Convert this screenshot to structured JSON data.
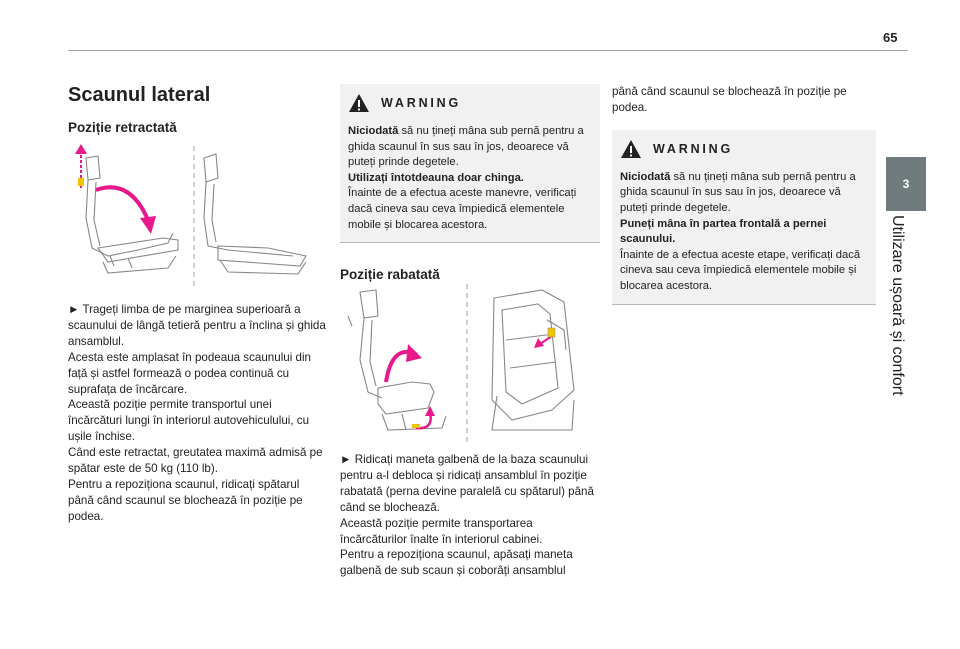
{
  "page": {
    "number": "65"
  },
  "side_tab": {
    "number": "3",
    "label": "Utilizare ușoară și confort"
  },
  "section": {
    "title": "Scaunul lateral",
    "subsections": [
      {
        "title": "Poziție retractată",
        "paragraphs": [
          "► Trageți limba de pe marginea superioară a scaunului de lângă tetieră pentru a înclina și ghida ansamblul.",
          "Acesta este amplasat în podeaua scaunului din față și astfel formează o podea continuă cu suprafața de încărcare.",
          "Această poziție permite transportul unei încărcături lungi în interiorul autovehiculului, cu ușile închise.",
          "Când este retractat, greutatea maximă admisă pe spătar este de 50 kg (110 lb).",
          "Pentru a repoziționa scaunul, ridicați spătarul până când scaunul se blochează în poziție pe podea."
        ]
      },
      {
        "title": "Poziție rabatată",
        "paragraphs": [
          "► Ridicați maneta galbenă de la baza scaunului pentru a-l debloca și ridicați ansamblul în poziție rabatată (perna devine paralelă cu spătarul) până când se blochează.",
          "Această poziție permite transportarea încărcăturilor înalte în interiorul cabinei.",
          "Pentru a repoziționa scaunul, apăsați maneta galbenă de sub scaun și coborâți ansamblul",
          "până când scaunul se blochează în poziție pe podea."
        ]
      }
    ],
    "warnings": [
      {
        "title": "WARNING",
        "lead_bold": "Niciodată",
        "lead_rest": " să nu țineți mâna sub pernă pentru a ghida scaunul în sus sau în jos, deoarece vă puteți prinde degetele.",
        "bold_line": "Utilizați întotdeauna doar chinga.",
        "closing": "Înainte de a efectua aceste manevre, verificați dacă cineva sau ceva împiedică elementele mobile și blocarea acestora."
      },
      {
        "title": "WARNING",
        "lead_bold": "Niciodată",
        "lead_rest": " să nu țineți mâna sub pernă pentru a ghida scaunul în sus sau în jos, deoarece vă puteți prinde degetele.",
        "bold_line": "Puneți mâna în partea frontală a pernei scaunului.",
        "closing": "Înainte de a efectua aceste etape, verificați dacă cineva sau ceva împiedică elementele mobile și blocarea acestora."
      }
    ]
  },
  "colors": {
    "accent": "#e8198b",
    "tab": "#707b7e",
    "box_bg": "#f1f1f1"
  }
}
